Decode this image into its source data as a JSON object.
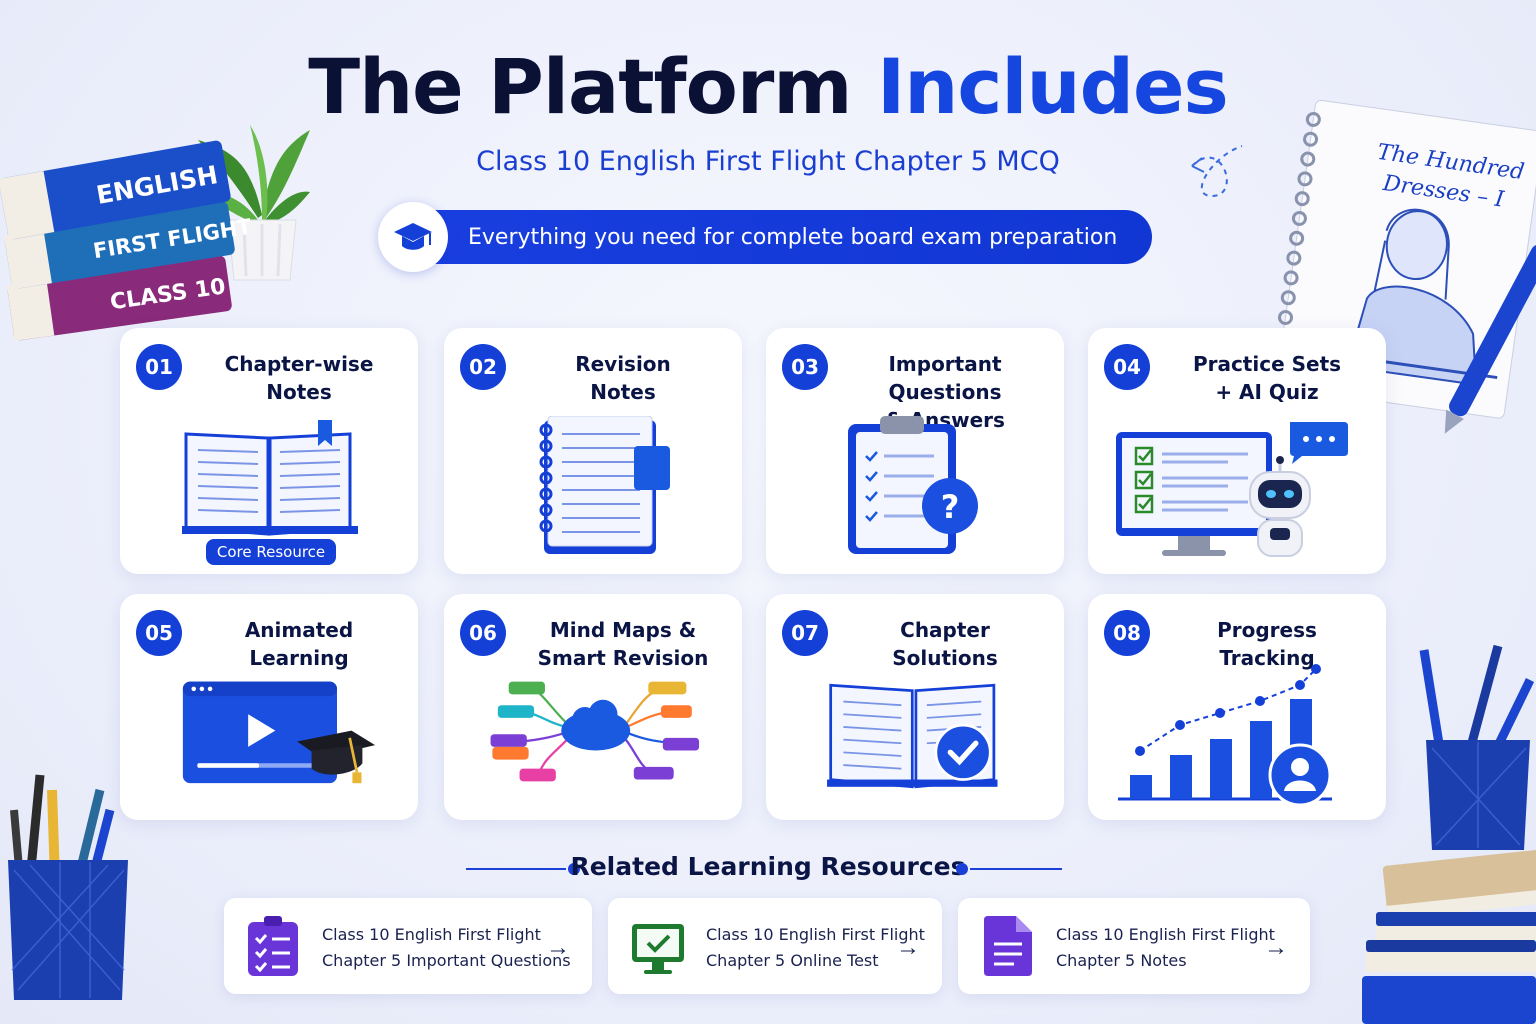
{
  "header": {
    "title_part1": "The Platform",
    "title_part2": "Includes",
    "subtitle": "Class 10 English First Flight Chapter 5 MCQ",
    "banner_text": "Everything you need for complete board exam preparation",
    "banner_icon": "graduation-cap-icon"
  },
  "decor": {
    "books": [
      "ENGLISH",
      "FIRST FLIGHT",
      "CLASS 10"
    ],
    "notebook_title_line1": "The Hundred",
    "notebook_title_line2": "Dresses – I"
  },
  "cards": [
    {
      "num": "01",
      "line1": "Chapter-wise",
      "line2": "Notes",
      "icon": "open-book-icon",
      "badge": "Core Resource"
    },
    {
      "num": "02",
      "line1": "Revision",
      "line2": "Notes",
      "icon": "notebook-icon"
    },
    {
      "num": "03",
      "line1": "Important Questions",
      "line2": "& Answers",
      "icon": "clipboard-question-icon"
    },
    {
      "num": "04",
      "line1": "Practice Sets",
      "line2": "+ AI Quiz",
      "icon": "robot-monitor-icon"
    },
    {
      "num": "05",
      "line1": "Animated",
      "line2": "Learning",
      "icon": "video-player-icon"
    },
    {
      "num": "06",
      "line1": "Mind Maps &",
      "line2": "Smart Revision",
      "icon": "mind-map-icon"
    },
    {
      "num": "07",
      "line1": "Chapter",
      "line2": "Solutions",
      "icon": "book-check-icon"
    },
    {
      "num": "08",
      "line1": "Progress",
      "line2": "Tracking",
      "icon": "growth-chart-icon"
    }
  ],
  "related": {
    "title": "Related Learning Resources",
    "items": [
      {
        "line1": "Class 10 English First Flight",
        "line2": "Chapter 5 Important Questions",
        "icon": "checklist-clipboard-icon",
        "arrow": "→"
      },
      {
        "line1": "Class 10 English First Flight",
        "line2": "Chapter 5 Online Test",
        "icon": "monitor-check-icon",
        "arrow": "→"
      },
      {
        "line1": "Class 10 English First Flight",
        "line2": "Chapter 5 Notes",
        "icon": "document-icon",
        "arrow": "→"
      }
    ]
  },
  "colors": {
    "primary": "#1540d8",
    "accent": "#1646e0",
    "dark": "#0b1035"
  }
}
